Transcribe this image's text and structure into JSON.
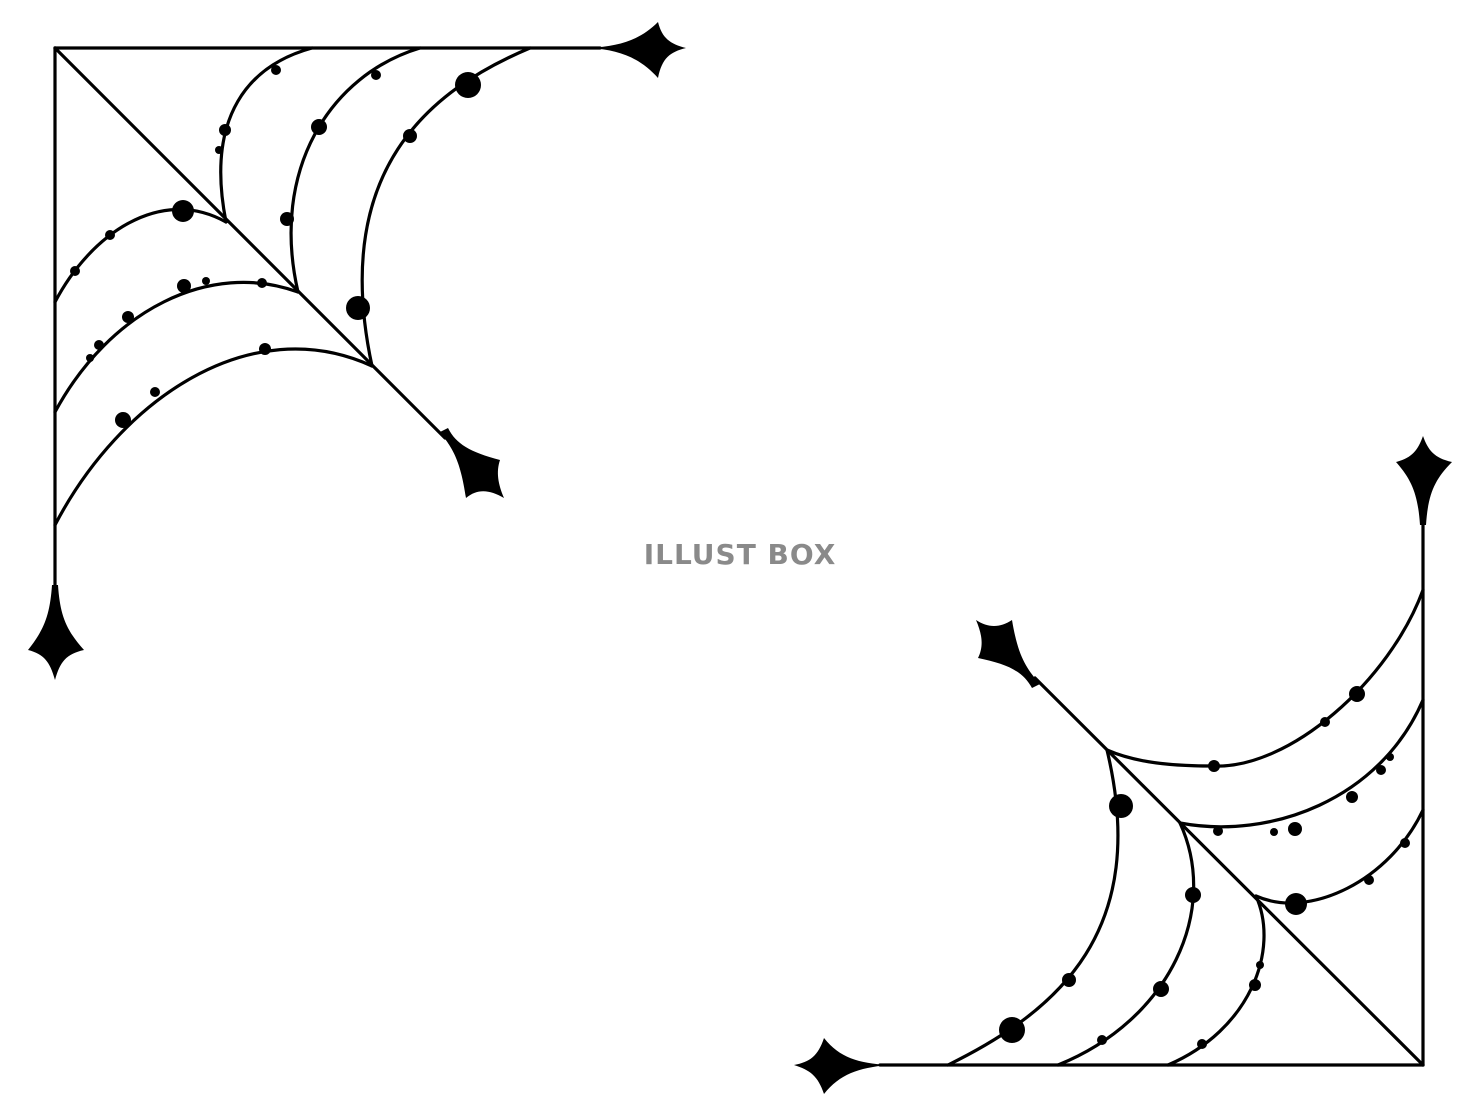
{
  "watermark": {
    "text": "ILLUST BOX",
    "color": "#8a8a8a"
  },
  "artwork": {
    "subject": "spiderweb-corner-frame",
    "corners": [
      "top-left",
      "bottom-right"
    ],
    "ink_color": "#000000",
    "background_color": "#ffffff"
  }
}
